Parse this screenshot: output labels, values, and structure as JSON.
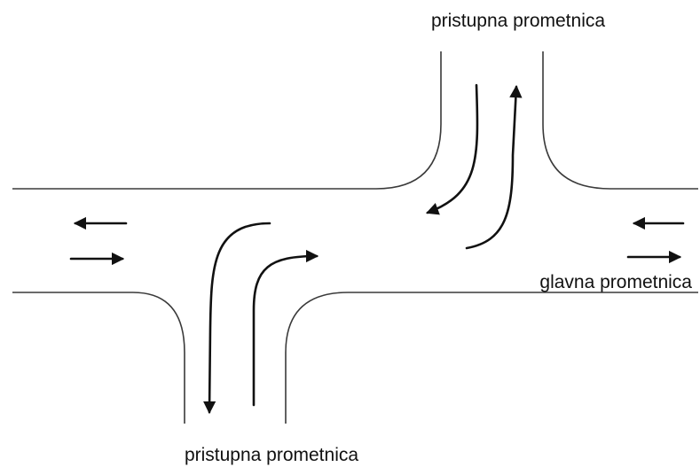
{
  "labels": {
    "top_road": "pristupna prometnica",
    "main_road": "glavna prometnica",
    "bottom_road": "pristupna prometnica"
  },
  "colors": {
    "road_edge": "#3a3a3a",
    "arrow": "#111111",
    "background": "#ffffff"
  }
}
